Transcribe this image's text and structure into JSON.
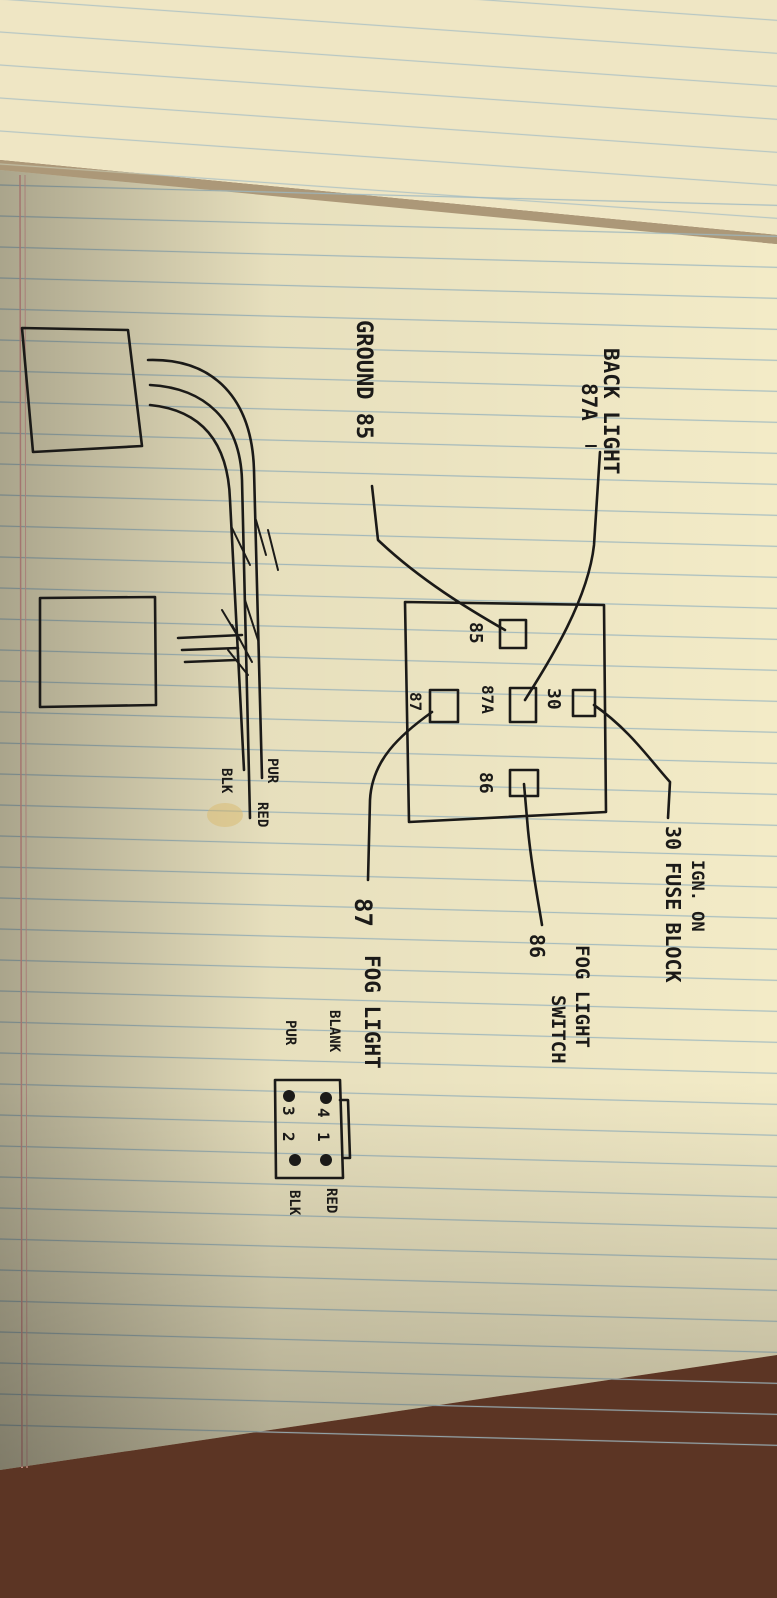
{
  "diagram": {
    "wire_labels": {
      "back_light": "BACK LIGHT",
      "back_light_pin": "87A",
      "ground": "GROUND 85",
      "ign_on": "IGN. ON",
      "fuse_block": "30 FUSE BLOCK",
      "fog_switch_line1": "FOG LIGHT",
      "fog_switch_line2": "SWITCH",
      "fog_switch_pin": "86",
      "fog_light": "FOG LIGHT",
      "fog_light_pin": "87"
    },
    "relay_pins": {
      "p85": "85",
      "p87a": "87A",
      "p30": "30",
      "p87": "87",
      "p86": "86"
    },
    "harness_wires": {
      "pur": "PUR",
      "red": "RED",
      "blk": "BLK"
    },
    "connector": {
      "blank": "BLANK",
      "pur": "PUR",
      "red": "RED",
      "blk": "BLK",
      "pin4": "4",
      "pin1": "1",
      "pin3": "3",
      "pin2": "2"
    }
  }
}
